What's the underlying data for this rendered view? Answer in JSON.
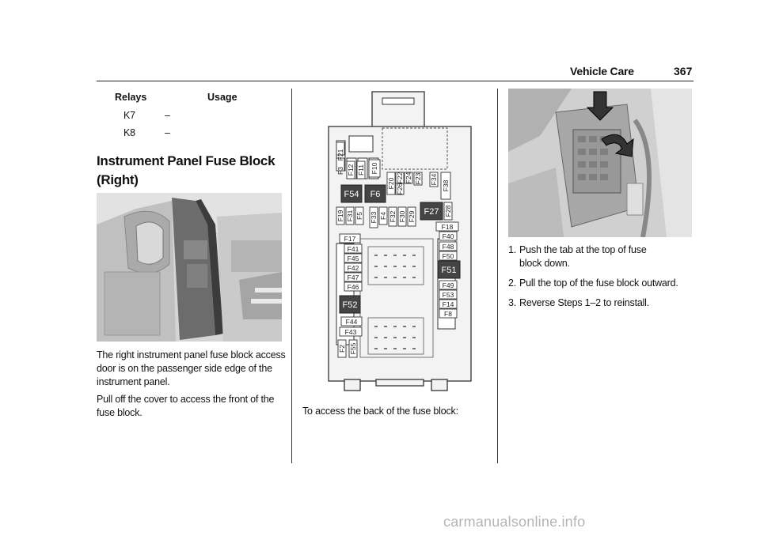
{
  "header": {
    "section": "Vehicle Care",
    "page": "367"
  },
  "relay_table": {
    "col_relays": "Relays",
    "col_usage": "Usage",
    "rows": [
      {
        "relay": "K7",
        "usage": "–"
      },
      {
        "relay": "K8",
        "usage": "–"
      }
    ]
  },
  "section_heading": [
    "Instrument Panel Fuse Block",
    "(Right)"
  ],
  "para1": [
    "The right instrument panel fuse block access",
    "door is on the passenger side edge of the",
    "instrument panel."
  ],
  "para2": [
    "Pull off the cover to access the front of the",
    "fuse block."
  ],
  "fuse_labels": {
    "top_row": [
      "F21",
      "F3",
      "F12",
      "F11",
      "F10"
    ],
    "big_top": [
      "F54",
      "F6"
    ],
    "mid_small": [
      "F20",
      "F22",
      "F26",
      "F24",
      "F23",
      "F34",
      "F38"
    ],
    "row2": [
      "F19",
      "F31",
      "F5",
      "F33",
      "F4",
      "F32",
      "F30",
      "F29"
    ],
    "big_mid": "F27",
    "f28": "F28",
    "left_col": [
      "F17",
      "F41",
      "F45",
      "F42",
      "F47",
      "F46"
    ],
    "big_left": "F52",
    "left_low": [
      "F44",
      "F43"
    ],
    "bottom": [
      "F2",
      "F55"
    ],
    "right_col_top": [
      "F18",
      "F40",
      "F48",
      "F50"
    ],
    "big_right": "F51",
    "right_col_bottom": [
      "F49",
      "F53",
      "F14",
      "F8"
    ]
  },
  "access_back": "To access the back of the fuse block:",
  "steps": [
    {
      "num": "1.",
      "lines": [
        "Push the tab at the top of fuse",
        "block down."
      ]
    },
    {
      "num": "2.",
      "lines": [
        "Pull the top of the fuse block outward."
      ]
    },
    {
      "num": "3.",
      "lines": [
        "Reverse Steps 1–2 to reinstall."
      ]
    }
  ],
  "watermark": "carmanualsonline.info"
}
